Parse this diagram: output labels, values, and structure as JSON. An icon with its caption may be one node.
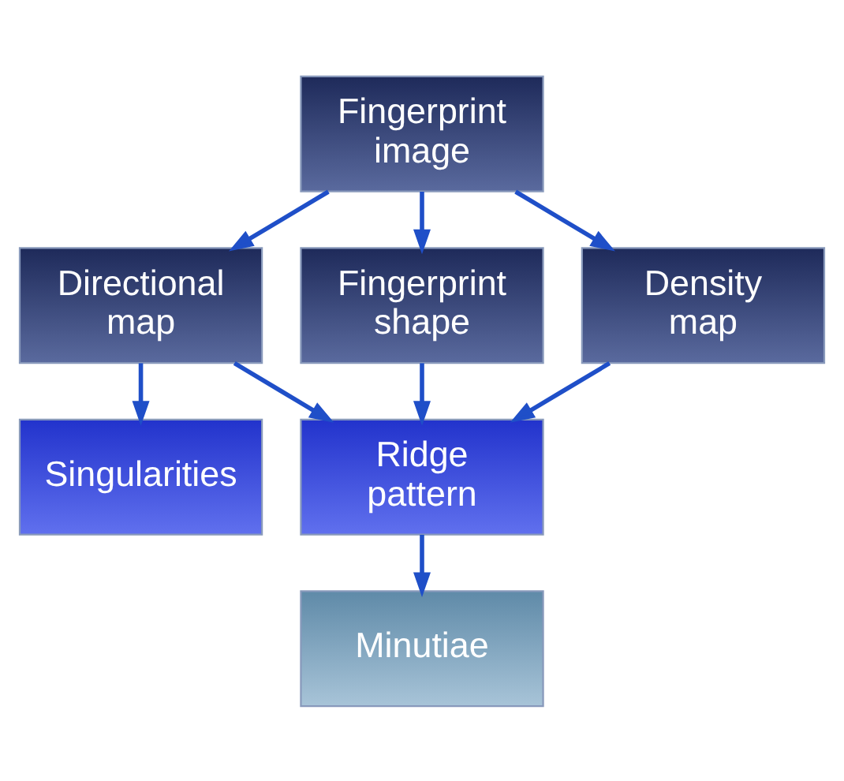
{
  "diagram": {
    "nodes": [
      {
        "text": [
          "Fingerprint image"
        ]
      },
      {
        "text": [
          "Directional map"
        ]
      },
      {
        "text": [
          "Fingerprint shape"
        ]
      },
      {
        "text": [
          "Density map"
        ]
      },
      {
        "text": [
          "Singularities"
        ]
      },
      {
        "text": [
          "Ridge pattern"
        ]
      },
      {
        "text": [
          "Minutiae"
        ]
      }
    ],
    "edges": [
      {
        "from": 0,
        "to": 1,
        "arrow": "to"
      },
      {
        "from": 0,
        "to": 2,
        "arrow": "to"
      },
      {
        "from": 0,
        "to": 3,
        "arrow": "to"
      },
      {
        "from": 1,
        "to": 4,
        "arrow": "to"
      },
      {
        "from": 1,
        "to": 5,
        "arrow": "to"
      },
      {
        "from": 2,
        "to": 5,
        "arrow": "to"
      },
      {
        "from": 3,
        "to": 5,
        "arrow": "to"
      },
      {
        "from": 5,
        "to": 6,
        "arrow": "to"
      }
    ]
  }
}
